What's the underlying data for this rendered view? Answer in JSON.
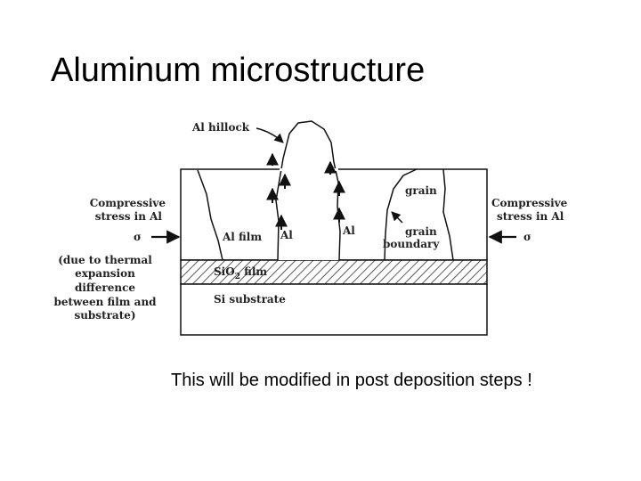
{
  "title": "Aluminum microstructure",
  "caption": "This will be modified in post deposition steps !",
  "diagram": {
    "hillock_label": "Al hillock",
    "grain_label": "grain",
    "grain_boundary_label": [
      "grain",
      "boundary"
    ],
    "al_film_label": "Al film",
    "al_label_1": "Al",
    "al_label_2": "Al",
    "sio2_label_main": "SiO",
    "sio2_label_sub": "2",
    "sio2_label_tail": " film",
    "si_substrate_label": "Si substrate",
    "left_stress": [
      "Compressive",
      "stress in Al"
    ],
    "right_stress": [
      "Compressive",
      "stress in Al"
    ],
    "sigma": "σ",
    "note": [
      "(due to thermal",
      "expansion",
      "difference",
      "between film and",
      "substrate)"
    ]
  }
}
